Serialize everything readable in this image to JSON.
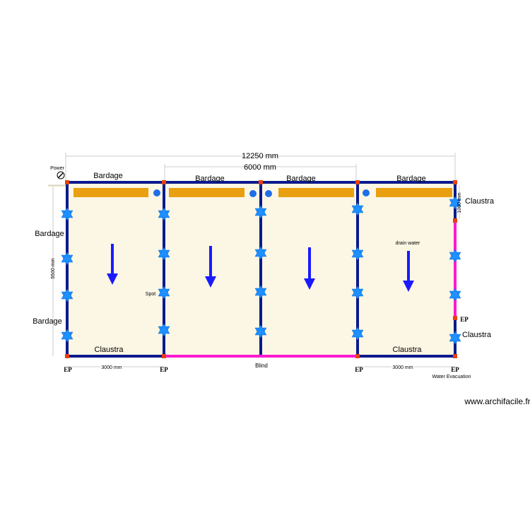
{
  "labels": {
    "power": "Power",
    "bardage": [
      "Bardage",
      "Bardage",
      "Bardage",
      "Bardage",
      "Bardage",
      "Bardage"
    ],
    "claustra": [
      "Claustra",
      "Claustra",
      "Claustra",
      "Claustra"
    ],
    "spot": "Spot",
    "drain_water": "drain water",
    "blind": "Blind",
    "water_evacuation": "Water Evacuation",
    "ep": "EP"
  },
  "dimensions": {
    "total_width": "12250 mm",
    "middle_width": "6000 mm",
    "depth": "5500 mm",
    "claustra_height": "1000 mm",
    "left_bay": "3000 mm",
    "right_bay": "3000 mm"
  },
  "watermark": "www.archifacile.fr",
  "colors": {
    "wall": "#0a1a8c",
    "blind": "#ff1ad0",
    "floor": "#fcf6e4",
    "gutter": "#e8a010",
    "light": "#1e6ee8",
    "arrow": "#1a1aff",
    "post": "#e84010",
    "star": "#1e90ff"
  }
}
